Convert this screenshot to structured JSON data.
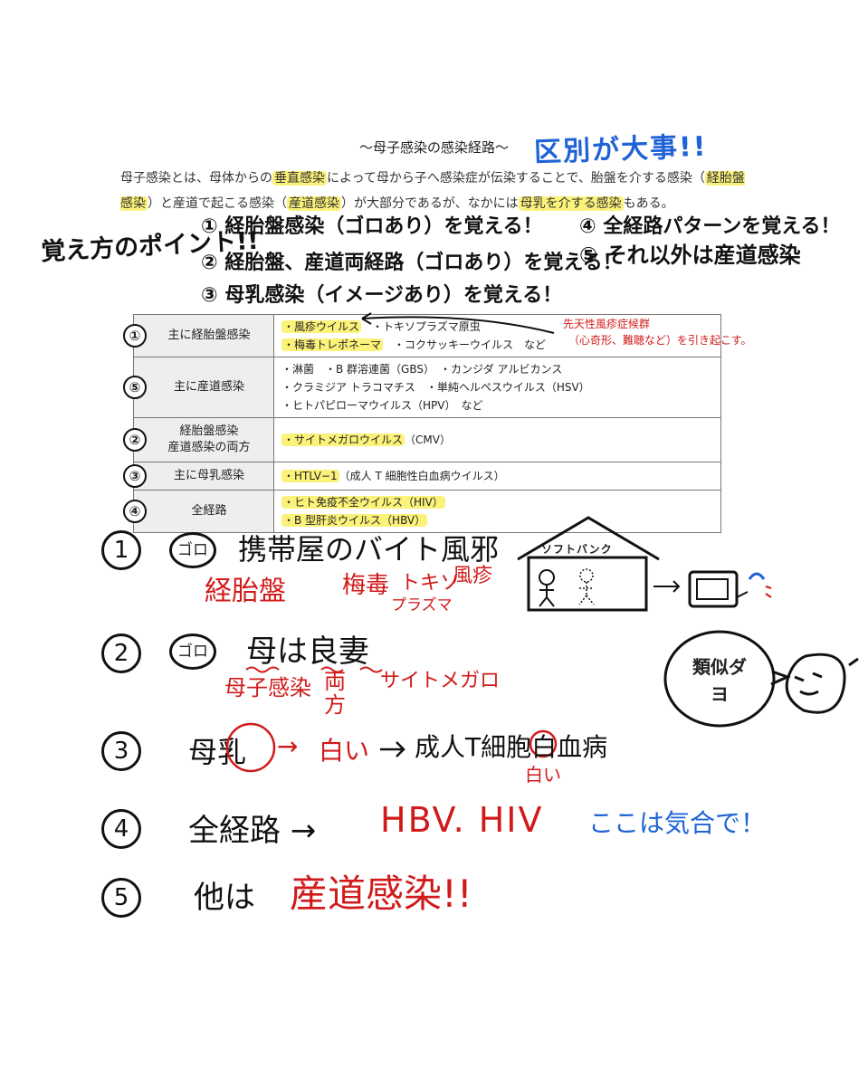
{
  "title": "〜母子感染の感染経路〜",
  "title_note": "区別が大事!!",
  "intro": {
    "t1": "母子感染とは、母体からの",
    "h1": "垂直感染",
    "t2": "によって母から子へ感染症が伝染することで、胎盤を介する感染（",
    "h2": "経胎盤感染",
    "t3": "）と産道で起こる感染（",
    "h3": "産道感染",
    "t4": "）が大部分であるが、なかには",
    "h4": "母乳を介する感染",
    "t5": "もある。"
  },
  "points_label": "覚え方のポイント!!",
  "points": [
    {
      "num": "①",
      "text": "経胎盤感染（ゴロあり）を覚える！"
    },
    {
      "num": "②",
      "text": "経胎盤、産道両経路（ゴロあり）を覚える！"
    },
    {
      "num": "③",
      "text": "母乳感染（イメージあり）を覚える！"
    },
    {
      "num": "④",
      "text": "全経路パターンを覚える！"
    },
    {
      "num": "⑤",
      "text": "それ以外は産道感染"
    }
  ],
  "table": {
    "rows": [
      {
        "num": "①",
        "cat1": "主に経胎盤感染",
        "cat2": "",
        "lines": [
          [
            {
              "hl": "・風疹ウイルス"
            },
            {
              "t": "　・トキソプラズマ原虫"
            }
          ],
          [
            {
              "hl": "・梅毒トレポネーマ"
            },
            {
              "t": "　・コクサッキーウイルス　など"
            }
          ]
        ]
      },
      {
        "num": "⑤",
        "cat1": "主に産道感染",
        "cat2": "",
        "lines": [
          [
            {
              "t": "・淋菌　・B 群溶連菌（GBS）　・カンジダ アルビカンス"
            }
          ],
          [
            {
              "t": "・クラミジア トラコマチス　・単純ヘルペスウイルス（HSV）"
            }
          ],
          [
            {
              "t": "・ヒトパピローマウイルス（HPV）　など"
            }
          ]
        ]
      },
      {
        "num": "②",
        "cat1": "経胎盤感染",
        "cat2": "産道感染の両方",
        "lines": [
          [
            {
              "hl": "・サイトメガロウイルス"
            },
            {
              "t": "（CMV）"
            }
          ]
        ]
      },
      {
        "num": "③",
        "cat1": "主に母乳感染",
        "cat2": "",
        "lines": [
          [
            {
              "hl": "・HTLV−1"
            },
            {
              "t": "（成人 T 細胞性白血病ウイルス）"
            }
          ]
        ]
      },
      {
        "num": "④",
        "cat1": "全経路",
        "cat2": "",
        "lines": [
          [
            {
              "hl": "・ヒト免疫不全ウイルス（HIV）"
            }
          ],
          [
            {
              "hl": "・B 型肝炎ウイルス（HBV）"
            }
          ]
        ]
      }
    ]
  },
  "table_note_1": "先天性風疹症候群",
  "table_note_2": "（心奇形、難聴など）を引き起こす。",
  "mnemonics": [
    {
      "num": "1",
      "goro": "ゴロ",
      "phrase": "携帯屋のバイト風邪",
      "r1": "経胎盤",
      "r2": "梅毒",
      "r3": "トキソ",
      "r3b": "プラズマ",
      "r4": "風疹"
    },
    {
      "num": "2",
      "goro": "ゴロ",
      "phrase": "母は良妻",
      "r1": "母子感染",
      "r2": "両方",
      "r3": "サイトメガロ"
    },
    {
      "num": "3",
      "phrase_a": "母乳",
      "arrow": "→",
      "white1": "白い",
      "phrase_b": "成人T細胞白血病",
      "white2": "白い"
    },
    {
      "num": "4",
      "phrase": "全経路 →",
      "viruses": "HBV. HIV",
      "note": "ここは気合で！"
    },
    {
      "num": "5",
      "phrase": "他は",
      "target": "産道感染!!"
    }
  ],
  "house_label": "ソフトバンク",
  "speech": "類似ダヨ"
}
